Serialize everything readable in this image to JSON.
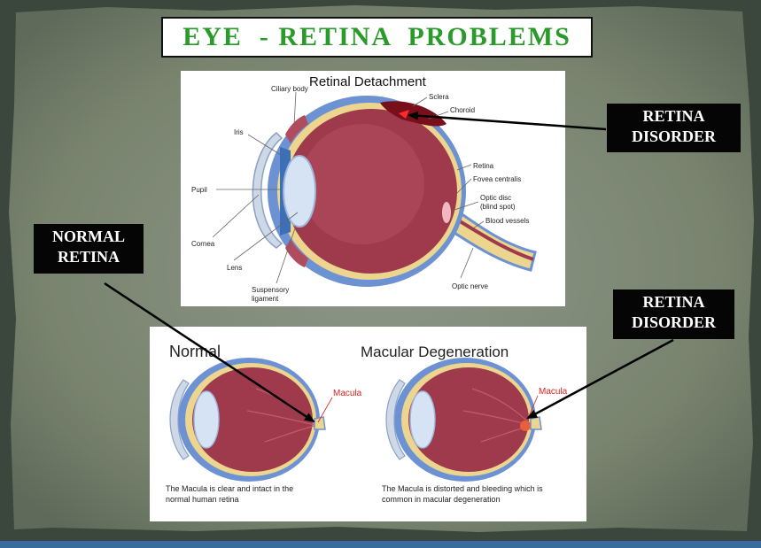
{
  "slide": {
    "title": "EYE  - RETINA  PROBLEMS",
    "labels": {
      "retina_disorder_top": [
        "RETINA",
        "DISORDER"
      ],
      "normal_retina": [
        "NORMAL",
        "RETINA"
      ],
      "retina_disorder_bottom": [
        "RETINA",
        "DISORDER"
      ]
    }
  },
  "diagram_top": {
    "title": "Retinal Detachment",
    "parts": {
      "ciliary_body": "Ciliary body",
      "sclera": "Sclera",
      "choroid": "Choroid",
      "iris": "Iris",
      "retina": "Retina",
      "fovea": "Fovea centralis",
      "pupil": "Pupil",
      "optic_disc_1": "Optic disc",
      "optic_disc_2": "(blind spot)",
      "blood_vessels": "Blood vessels",
      "cornea": "Cornea",
      "lens": "Lens",
      "optic_nerve": "Optic nerve",
      "suspensory_1": "Suspensory",
      "suspensory_2": "ligament"
    }
  },
  "diagram_bottom": {
    "normal_title": "Normal",
    "macular_title": "Macular Degeneration",
    "macula_label": "Macula",
    "normal_caption": [
      "The Macula is clear and intact in the",
      "normal human retina"
    ],
    "macular_caption": [
      "The Macula is distorted and bleeding which is",
      "common in macular degeneration"
    ]
  },
  "colors": {
    "title_green": "#2a9b2a",
    "eye_interior": "#9e3a4c",
    "sclera_blue": "#6d92d4",
    "retina_yellow": "#ecd58e",
    "macula_red": "#e02020"
  }
}
